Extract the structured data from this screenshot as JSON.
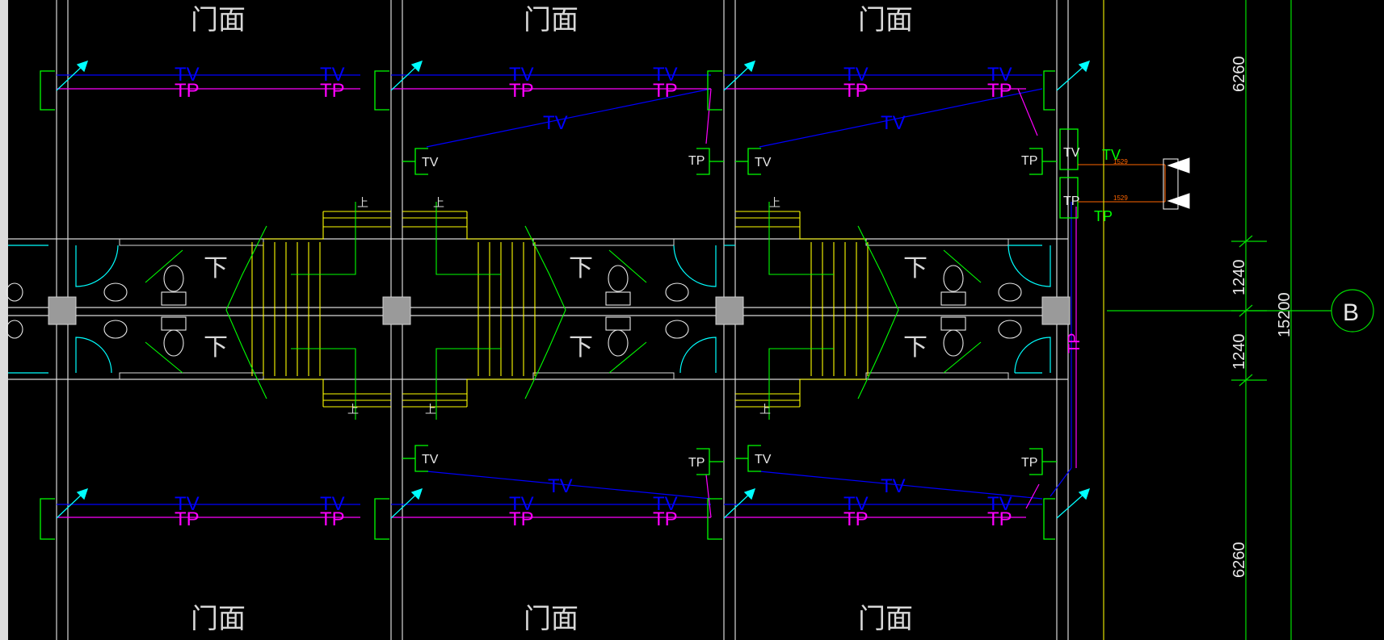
{
  "labels": {
    "door_face": "门面",
    "tv": "TV",
    "tp": "TP",
    "up": "上",
    "down": "下"
  },
  "dimensions": {
    "top_span": "6260",
    "middle_upper": "1240",
    "middle_lower": "1240",
    "total": "15200",
    "bottom_span": "6260"
  },
  "grid_axis": {
    "label": "B"
  },
  "terminal_box": {
    "tv_label": "TV",
    "tp_label": "TP",
    "tv_small": "TV",
    "tp_small": "TP",
    "cable_tv_note": "1529",
    "cable_tp_note": "1529",
    "tp_vertical": "TP"
  },
  "colors": {
    "background": "#000000",
    "wall": "#d8d8d8",
    "tv_line": "#0000ff",
    "tp_line": "#ff00ff",
    "equipment": "#00ff00",
    "stairs": "#ffff00",
    "door_arc": "#00ffff",
    "cable_orange": "#ff6600"
  }
}
